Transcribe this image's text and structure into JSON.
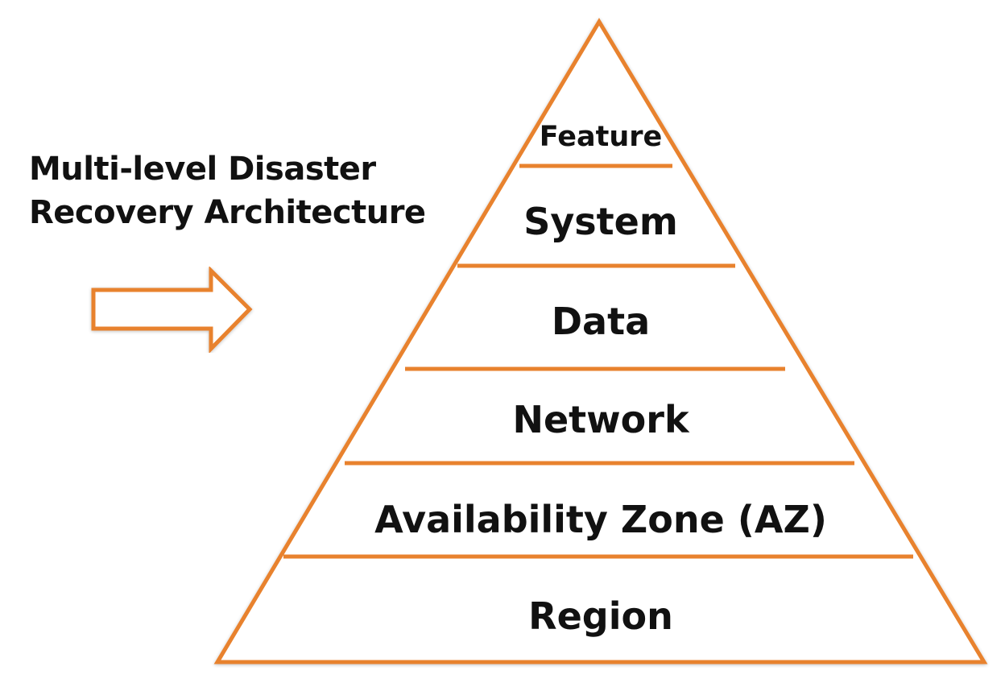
{
  "caption": {
    "line1": "Multi-level Disaster",
    "line2": "Recovery Architecture"
  },
  "colors": {
    "accent": "#E8822E",
    "text": "#111111",
    "background": "#FFFFFF"
  },
  "pyramid": {
    "tiers": [
      {
        "label": "Feature"
      },
      {
        "label": "System"
      },
      {
        "label": "Data"
      },
      {
        "label": "Network"
      },
      {
        "label": "Availability Zone (AZ)"
      },
      {
        "label": "Region"
      }
    ]
  },
  "arrow": {
    "icon": "right-arrow-icon"
  }
}
